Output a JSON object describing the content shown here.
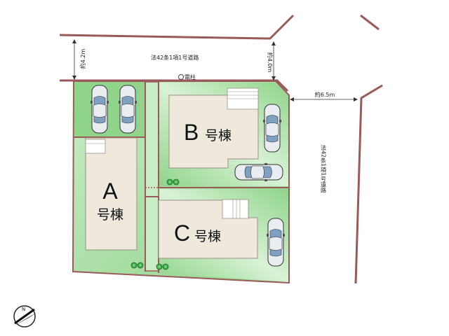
{
  "roads": {
    "north_road_label": "法42条1項1号道路",
    "north_width_left": "約4.2m",
    "north_width_right": "約4.0m",
    "east_road_label": "法42条1項1号道路",
    "east_width": "約6.5m",
    "pole_label": "電柱"
  },
  "buildings": {
    "a": {
      "letter": "A",
      "suffix": "号棟"
    },
    "b": {
      "letter": "B",
      "suffix": "号棟"
    },
    "c": {
      "letter": "C",
      "suffix": "号棟"
    }
  },
  "colors": {
    "lot_green": "#8fd48a",
    "lot_light": "#c9ecc6",
    "building_fill": "#efe8dc",
    "border": "#9a5a5a",
    "road_line": "#9a5a5a",
    "car_body": "#e9edf1",
    "car_glass": "#7fa0c0"
  },
  "icons": {
    "compass": "north-arrow-icon",
    "car": "parked-car-icon",
    "tree": "shrub-icon"
  }
}
